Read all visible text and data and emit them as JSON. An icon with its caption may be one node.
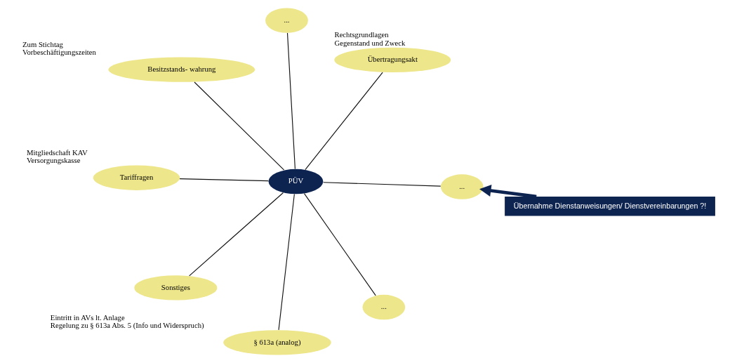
{
  "diagram": {
    "nodes": [
      {
        "text": [
          "PÜV"
        ]
      },
      {
        "text": [
          "Übertragungsakt"
        ],
        "beside": [
          "Rechtsgrundlagen",
          "Gegenstand und Zweck"
        ]
      },
      {
        "text": [
          "§ 613a (analog)"
        ],
        "beside": [
          "Eintritt in AVs lt. Anlage",
          "Regelung zu § 613a Abs. 5 (Info und Widerspruch)"
        ]
      },
      {
        "text": [
          "Besitzstands- wahrung"
        ],
        "beside": [
          "Zum Stichtag",
          "Vorbeschäftigungszeiten"
        ]
      },
      {
        "text": [
          "..."
        ]
      },
      {
        "text": [
          "..."
        ]
      },
      {
        "text": [
          "Tariffragen"
        ],
        "beside": [
          "Mitgliedschaft KAV",
          "Versorgungskasse"
        ]
      },
      {
        "text": [
          "..."
        ]
      },
      {
        "text": [
          "Sonstiges"
        ]
      },
      {
        "text": [
          "Übernahme Dienstanweisungen/ Dienstvereinbarungen ?!"
        ]
      }
    ],
    "edges": [
      {
        "from": 0,
        "to": 1,
        "arrow": "none"
      },
      {
        "from": 0,
        "to": 2,
        "arrow": "none"
      },
      {
        "from": 0,
        "to": 3,
        "arrow": "none"
      },
      {
        "from": 0,
        "to": 4,
        "arrow": "none"
      },
      {
        "from": 0,
        "to": 5,
        "arrow": "none"
      },
      {
        "from": 0,
        "to": 6,
        "arrow": "none"
      },
      {
        "from": 0,
        "to": 7,
        "arrow": "none"
      },
      {
        "from": 0,
        "to": 8,
        "arrow": "none"
      },
      {
        "from": 9,
        "to": 4,
        "arrow": "to",
        "style": "thick",
        "color": "#0d2350"
      }
    ]
  }
}
